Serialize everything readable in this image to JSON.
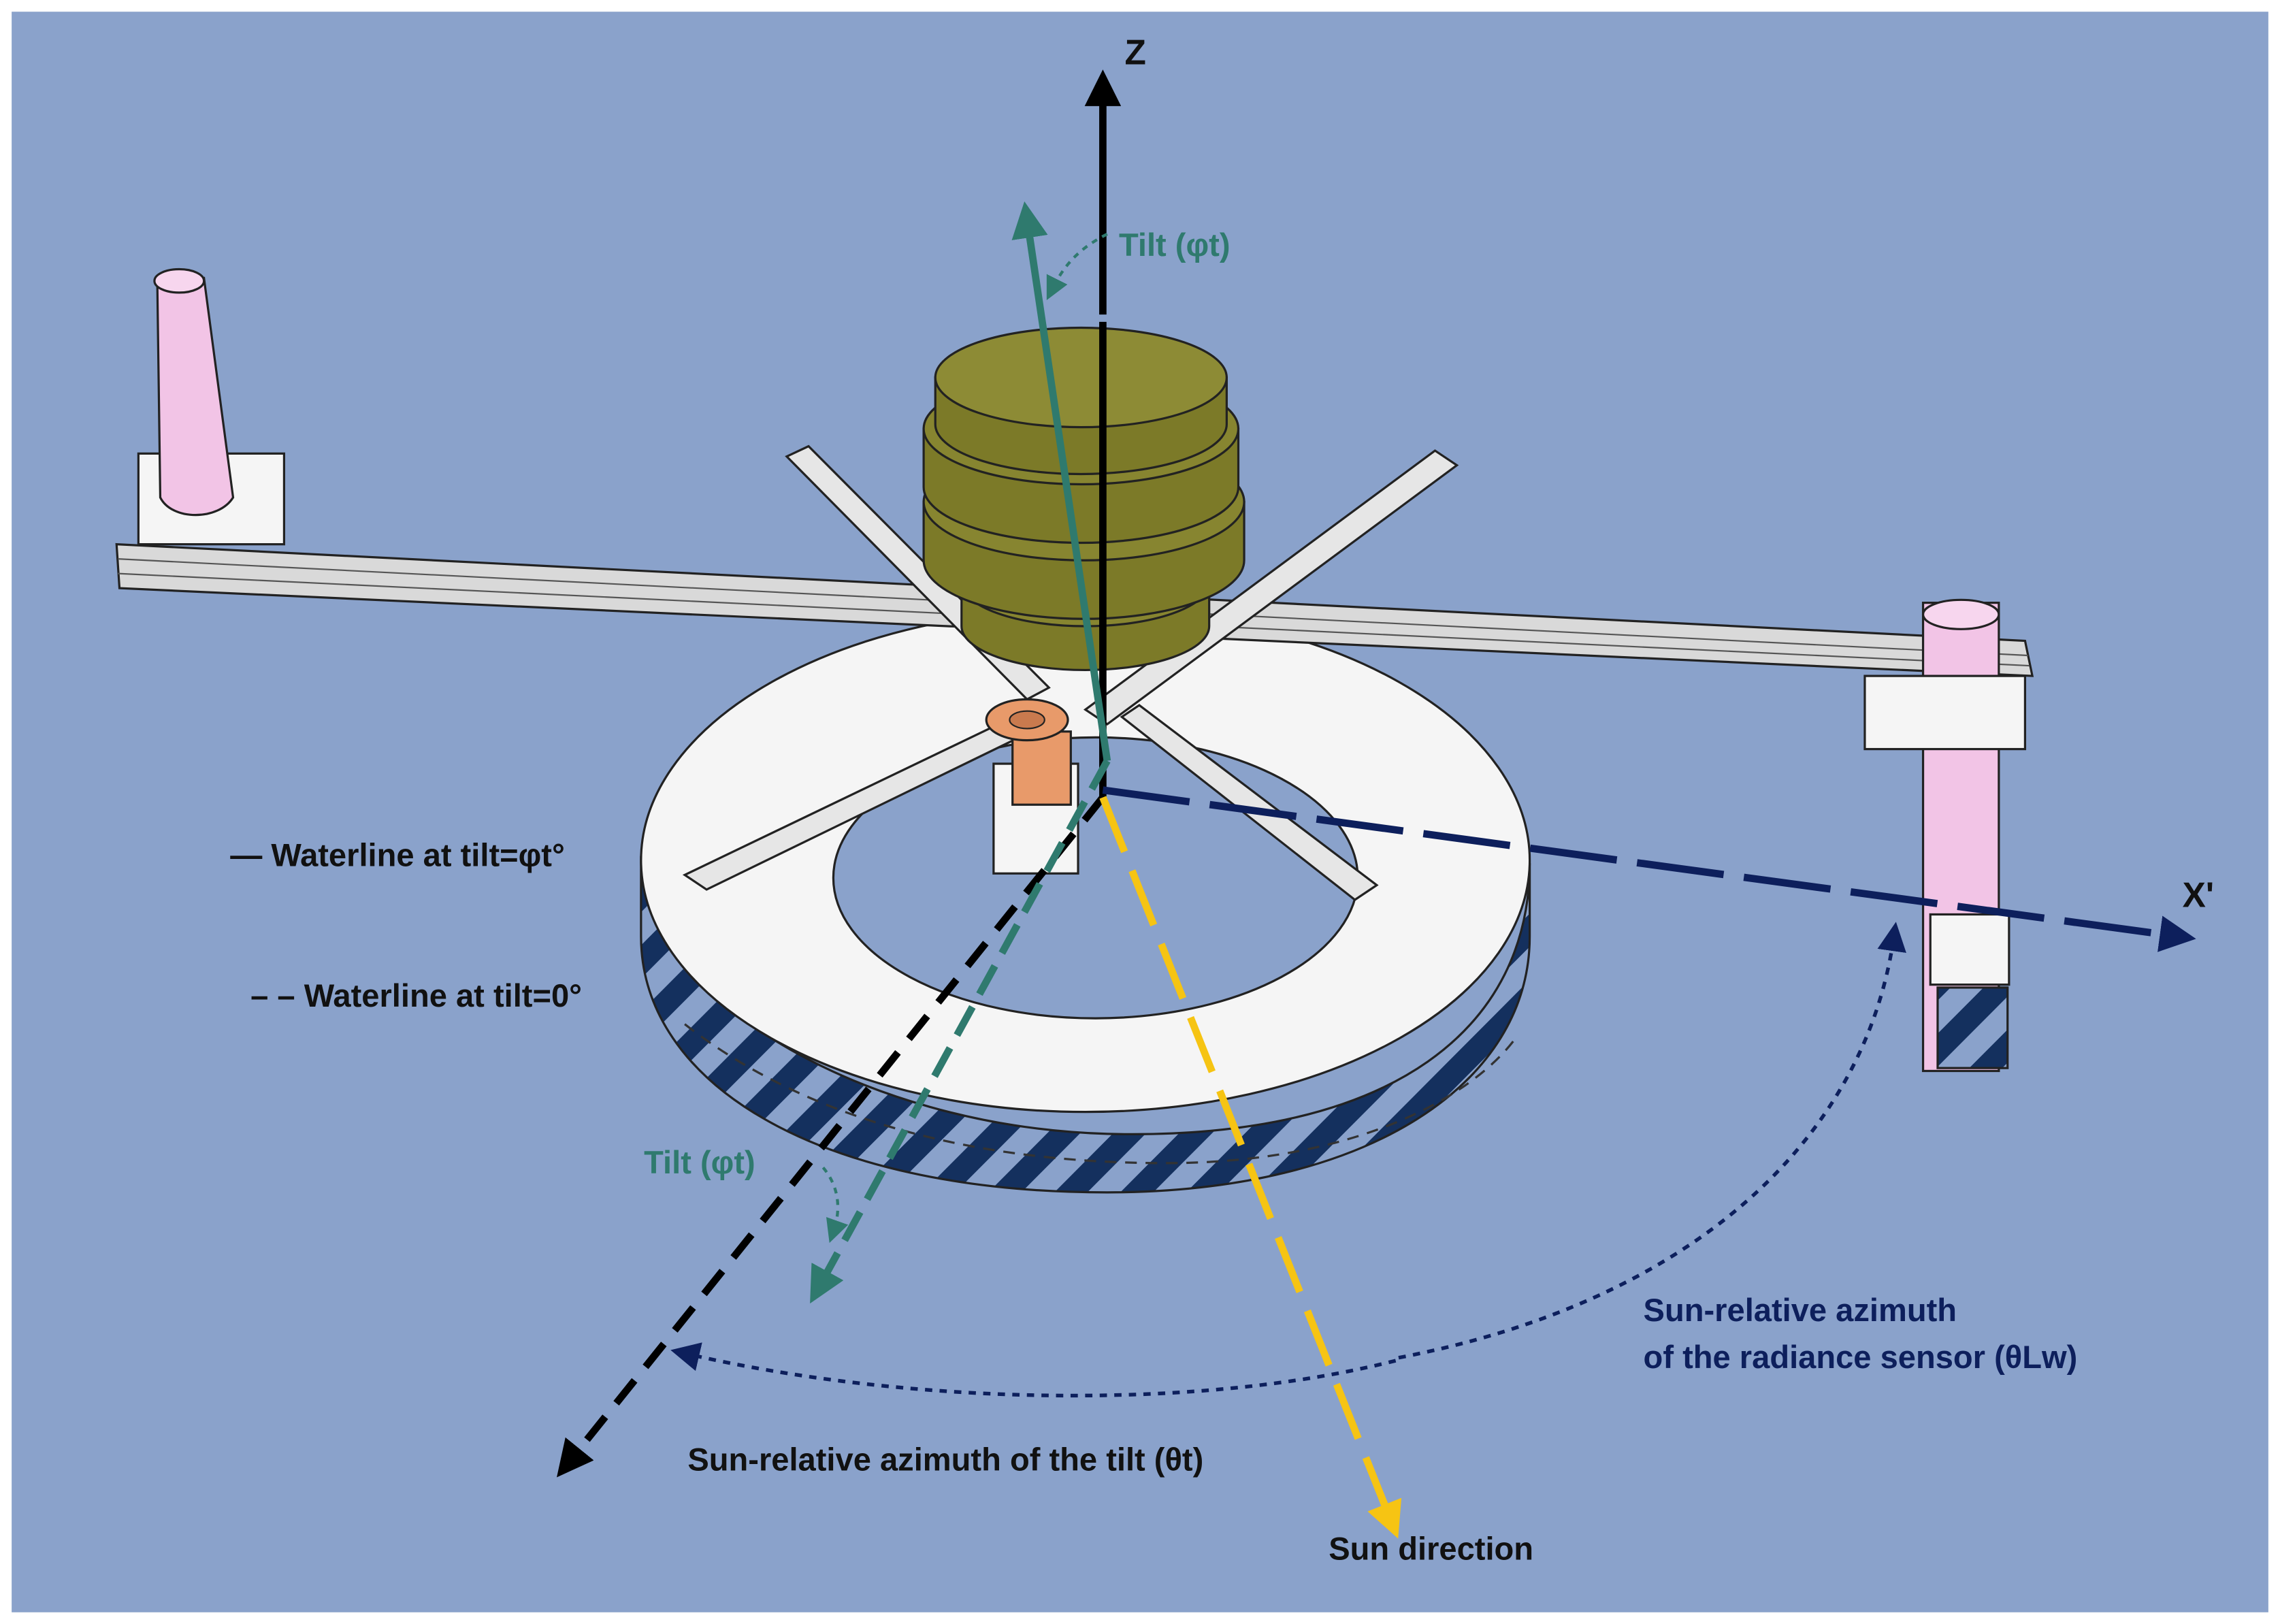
{
  "colors": {
    "background": "#8aa2cb",
    "frame": "#ffffff",
    "buoy_body": "#f5f5f5",
    "buoy_hatch": "#14305e",
    "battery_olive": "#7c7a28",
    "sensor_pink": "#f2c4e6",
    "tilt_teal": "#2f7a6e",
    "sun_yellow": "#f6c413",
    "sensor_navy": "#0d1f5c",
    "axis_black": "#000000",
    "motor_copper": "#e89a6a"
  },
  "labels": {
    "z_axis": "Z",
    "x_prime_axis": "X'",
    "tilt_top": "Tilt (φt)",
    "tilt_bottom": "Tilt (φt)",
    "waterline_tilt_phi": "— Waterline at tilt=φt°",
    "waterline_tilt_zero": "– – Waterline at tilt=0°",
    "sensor_azimuth_line1": "Sun-relative azimuth",
    "sensor_azimuth_line2": "of the radiance sensor (θLw)",
    "tilt_azimuth": "Sun-relative azimuth of the tilt (θt)",
    "sun_direction": "Sun direction"
  },
  "icons": {
    "radiance_sensor": "pink-cylinder-sensor-icon",
    "irradiance_sensor": "pink-cone-sensor-icon",
    "battery": "olive-battery-stack-icon",
    "motor": "copper-motor-icon"
  }
}
